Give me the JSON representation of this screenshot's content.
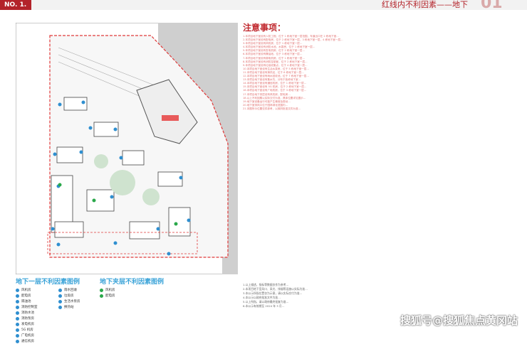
{
  "header": {
    "badge": "NO. 1. 8",
    "title": "红线内不利因素——地下",
    "page_number": "01"
  },
  "notes": {
    "title": "注意事项：",
    "lines": [
      "1.本项目地下室设有人防工程，位于 1 栋地下室一层范围，车道出口在 2 栋地下室…",
      "2.本项目地下室设有配电房，位于 2 栋地下室一层，3 栋地下室一层，4 栋地下室一层…",
      "3.本项目地下室设有风机房，位于 1 栋地下室一层…",
      "4.本项目地下室设有消防水池、水泵房，位于 1 栋地下室一层…",
      "5.本项目地下室设有发电机房，位于 2 栋地下室一层…",
      "6.本项目地下室设有隔油池，位于 3 栋地下室一层…",
      "7.本项目地下室设有弱电机房，位于 1 栋地下室一层…",
      "8.本项目地下室设有消防控制室，位于 2 栋地下室一层…",
      "9.本项目地下室设有垃圾收集点，位于 4 栋地下室一层…",
      "10.本项目地下室设有生活水泵房，位于 5 栋地下室一层…",
      "11.本项目地下室设有换热站，位于 6 栋地下室一层…",
      "12.本项目地下室设有雨水回收池，位于 7 栋地下室一层…",
      "13.本项目地下室设有集水坑，分布于各栋地下室…",
      "14.本项目地下室设有通信机房，位于 1 栋地下室一层…",
      "15.本项目地下室设有 5G 机房，位于 2 栋地下室一层…",
      "16.本项目地下室设有广电机房，位于 3 栋地下室一层…",
      "17.本项目地下夹层设有风机房、配电房…",
      "18.以上不利因素以实际交付为准，具体位置详见图示…",
      "19.地下室设备运行可能产生噪音及振动…",
      "20.地下室排风口位于园林绿化范围内…",
      "21.本图所示位置仅供参考，以政府批准文件为准…"
    ]
  },
  "bottom_notes": {
    "lines": [
      "1.以上描述，指标等数据仅作为参考…",
      "2.本项目地下室风口、采光、排烟等设施以实际为准…",
      "3.本公示所指位置仅为示意，请以实际交付为准…",
      "4.本公示以政府批准文件为准…",
      "5.以上所指，请以政府最终批复为准…",
      "6.本公示有效期至 2024 年 3 月…"
    ]
  },
  "legend_basement1": {
    "title": "地下一层不利因素图例",
    "items": [
      "风机房",
      "配电房",
      "隔油池",
      "消防控制室",
      "消防水池",
      "消防泵房",
      "发电机房",
      "5G 机房",
      "广电机房",
      "通信机房",
      "雨水回收",
      "垃圾房",
      "生活水泵房",
      "换热站"
    ]
  },
  "legend_mezzanine": {
    "title": "地下夹层不利因素图例",
    "items": [
      "风机房",
      "配电房"
    ]
  },
  "watermark": "搜狐号@搜狐焦点黄冈站"
}
